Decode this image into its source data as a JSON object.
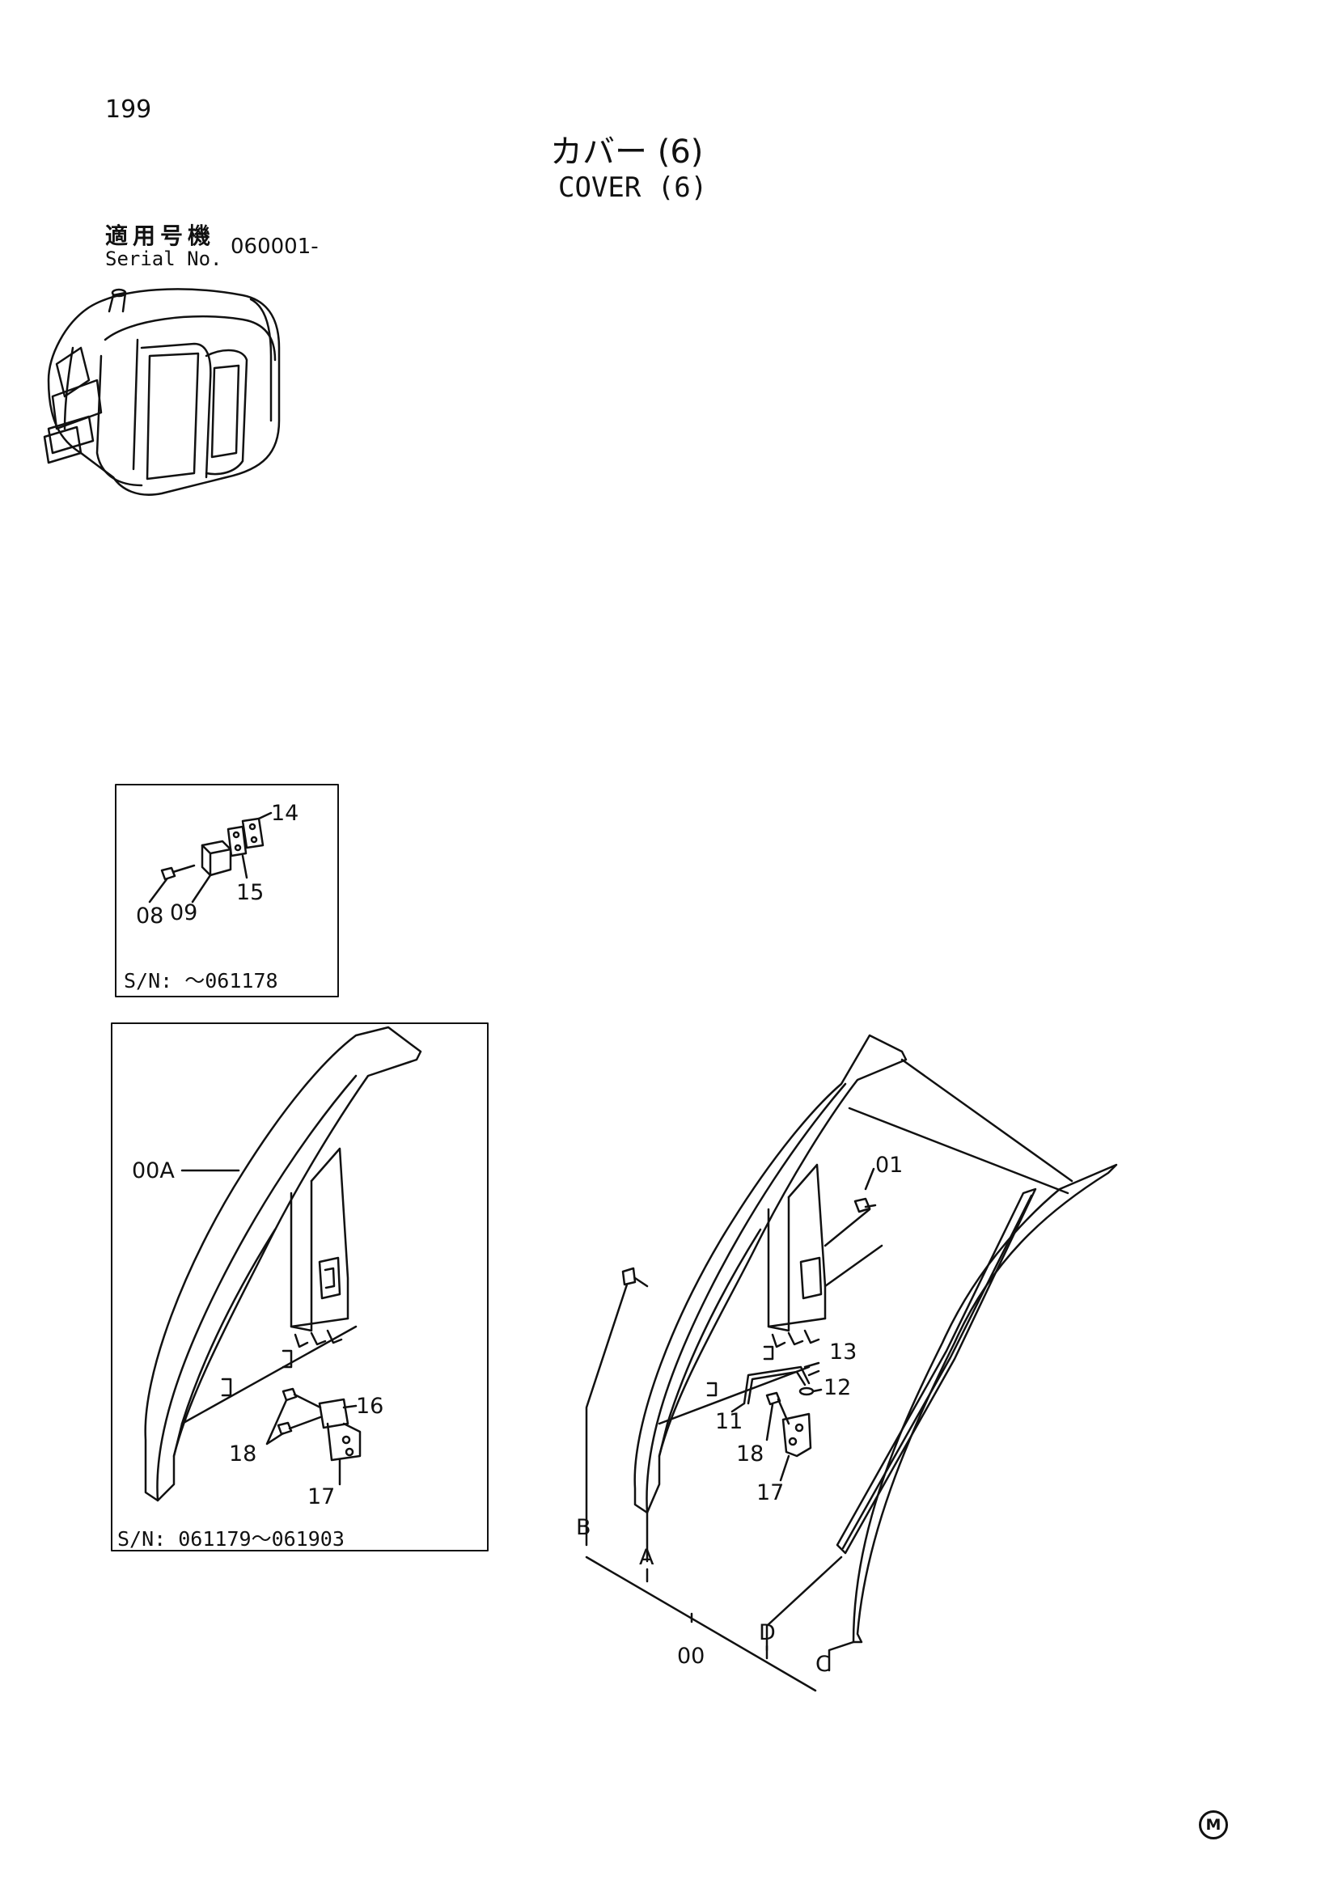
{
  "page": {
    "number": "199",
    "title_jp": "カバー (6)",
    "title_en": "COVER (6)",
    "serial_label_jp": "適用号機",
    "serial_label_en": "Serial No.",
    "serial_value": "060001-",
    "mark": "M"
  },
  "inset_1": {
    "sn": "S/N: ～061178",
    "labels": {
      "p14": "14",
      "p15": "15",
      "p08": "08",
      "p09": "09"
    }
  },
  "inset_2": {
    "sn": "S/N: 061179～061903",
    "labels": {
      "p00A": "00A",
      "p16": "16",
      "p18": "18",
      "p17": "17"
    }
  },
  "main": {
    "labels": {
      "p01": "01",
      "p13": "13",
      "p12": "12",
      "p11": "11",
      "p18": "18",
      "p17": "17",
      "B": "B",
      "A": "A",
      "D": "D",
      "C": "C",
      "p00": "00"
    }
  }
}
